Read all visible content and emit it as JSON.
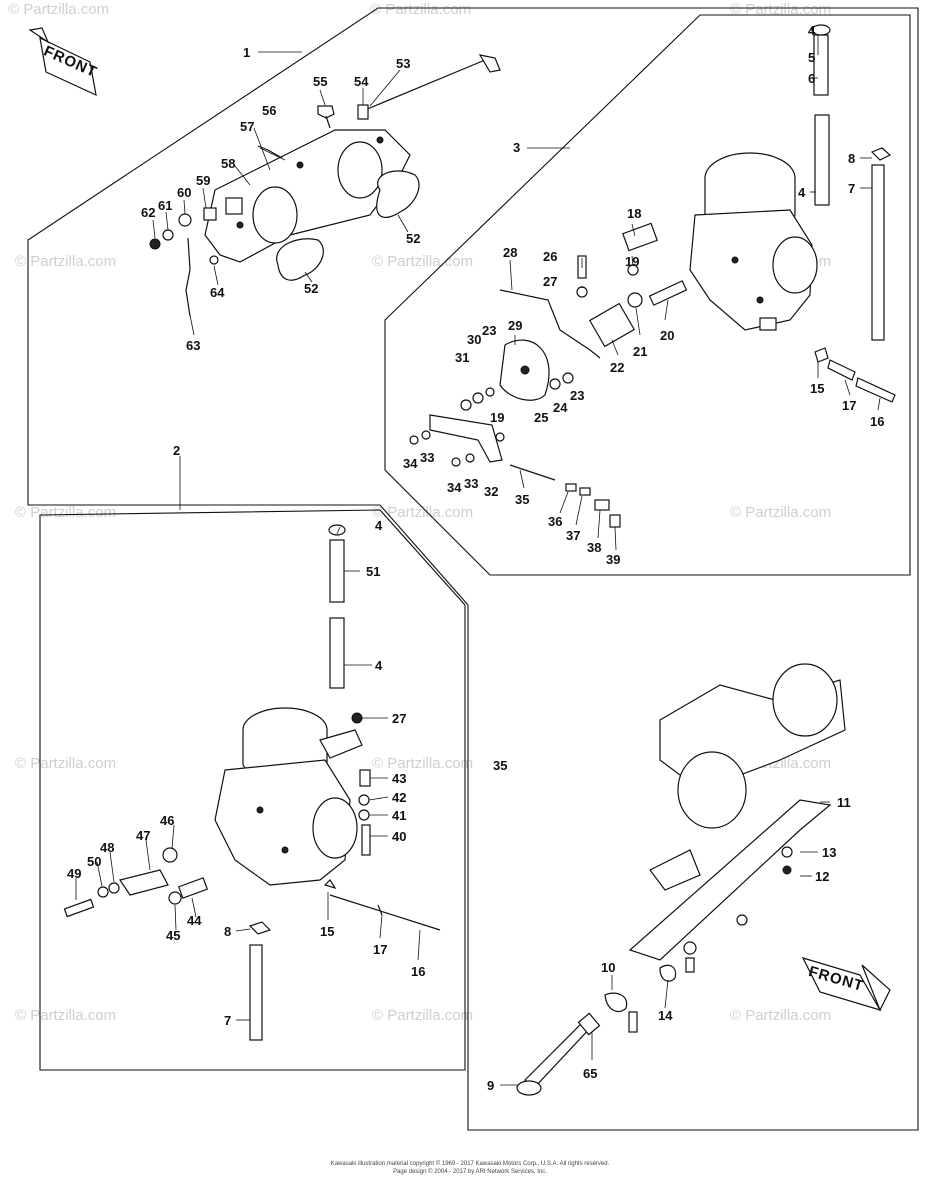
{
  "watermark": "© Partzilla.com",
  "front_label": "FRONT",
  "footer": {
    "line1": "Kawasaki illustration material copyright © 1969 - 2017 Kawasaki Motors Corp., U.S.A. All rights reserved.",
    "line2": "Page design © 2004 - 2017 by ARI Network Services, Inc."
  },
  "callouts": {
    "p1": "1",
    "p2": "2",
    "p3": "3",
    "p4": "4",
    "p5": "5",
    "p6": "6",
    "p7": "7",
    "p8": "8",
    "p9": "9",
    "p10": "10",
    "p11": "11",
    "p12": "12",
    "p13": "13",
    "p14": "14",
    "p15": "15",
    "p16": "16",
    "p17": "17",
    "p18": "18",
    "p19": "19",
    "p20": "20",
    "p21": "21",
    "p22": "22",
    "p23": "23",
    "p24": "24",
    "p25": "25",
    "p26": "26",
    "p27": "27",
    "p28": "28",
    "p29": "29",
    "p30": "30",
    "p31": "31",
    "p32": "32",
    "p33": "33",
    "p34": "34",
    "p35": "35",
    "p36": "36",
    "p37": "37",
    "p38": "38",
    "p39": "39",
    "p40": "40",
    "p41": "41",
    "p42": "42",
    "p43": "43",
    "p44": "44",
    "p45": "45",
    "p46": "46",
    "p47": "47",
    "p48": "48",
    "p49": "49",
    "p50": "50",
    "p51": "51",
    "p52": "52",
    "p53": "53",
    "p54": "54",
    "p55": "55",
    "p56": "56",
    "p57": "57",
    "p58": "58",
    "p59": "59",
    "p60": "60",
    "p61": "61",
    "p62": "62",
    "p63": "63",
    "p64": "64",
    "p65": "65"
  }
}
